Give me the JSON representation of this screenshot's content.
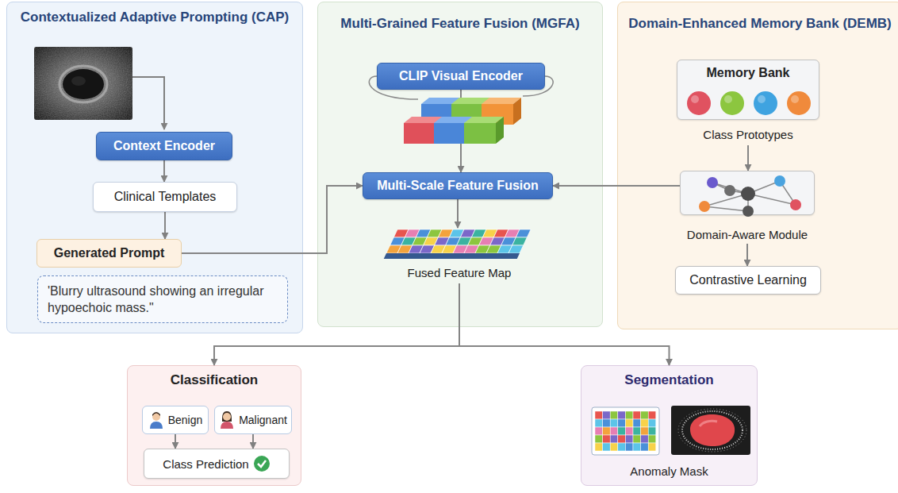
{
  "diagram": {
    "nodes": [
      {
        "text": [
          "Contextualized Adaptive Prompting (CAP)"
        ]
      },
      {
        "text": [
          "Context Encoder"
        ],
        "in": 0
      },
      {
        "text": [
          "Clinical Templates"
        ],
        "in": 0
      },
      {
        "text": [
          "Generated Prompt"
        ],
        "in": 0
      },
      {
        "text": [
          "'Blurry ultrasound showing an irregular hypoechoic mass.\""
        ],
        "in": 0
      },
      {
        "text": [
          "Multi-Grained Feature Fusion (MGFA)"
        ]
      },
      {
        "text": [
          "CLIP Visual Encoder"
        ],
        "in": 5
      },
      {
        "text": [
          "Multi-Scale Feature Fusion"
        ],
        "in": 5
      },
      {
        "text": [
          "Fused Feature Map"
        ],
        "in": 5
      },
      {
        "text": [
          "Domain-Enhanced Memory Bank (DEMB)"
        ]
      },
      {
        "text": [
          "Memory Bank",
          "Class Prototypes"
        ],
        "in": 9
      },
      {
        "text": [
          "Domain-Aware Module"
        ],
        "in": 9
      },
      {
        "text": [
          "Contrastive Learning"
        ],
        "in": 9
      },
      {
        "text": [
          "Classification"
        ]
      },
      {
        "text": [
          "Benign"
        ],
        "in": 13
      },
      {
        "text": [
          "Malignant"
        ],
        "in": 13
      },
      {
        "text": [
          "Class Prediction"
        ],
        "in": 13
      },
      {
        "text": [
          "Segmentation",
          "Anomaly Mask"
        ]
      }
    ],
    "edges": [
      {
        "from": 1,
        "to": 2,
        "arrow": "to"
      },
      {
        "from": 2,
        "to": 3,
        "arrow": "to"
      },
      {
        "from": 3,
        "to": 7,
        "arrow": "to"
      },
      {
        "from": 6,
        "to": 7,
        "arrow": "to"
      },
      {
        "from": 7,
        "to": 8,
        "arrow": "to"
      },
      {
        "from": 10,
        "to": 11,
        "arrow": "to"
      },
      {
        "from": 11,
        "to": 12,
        "arrow": "to"
      },
      {
        "from": 11,
        "to": 7,
        "arrow": "to"
      },
      {
        "from": 8,
        "to": 13,
        "arrow": "to"
      },
      {
        "from": 8,
        "to": 17,
        "arrow": "to"
      },
      {
        "from": 14,
        "to": 16,
        "arrow": "to"
      },
      {
        "from": 15,
        "to": 16,
        "arrow": "to"
      }
    ]
  }
}
